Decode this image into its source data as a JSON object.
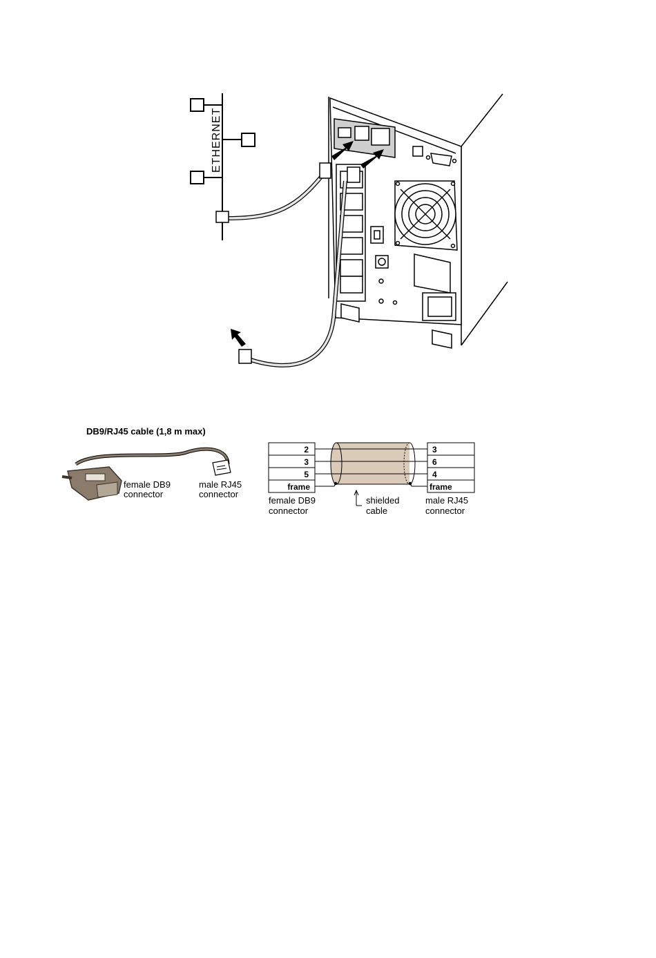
{
  "ethernet_label": "ETHERNET",
  "cable_title": "DB9/RJ45 cable (1,8 m max)",
  "photo": {
    "db9_label_line1": "female DB9",
    "db9_label_line2": "connector",
    "rj45_label_line1": "male RJ45",
    "rj45_label_line2": "connector"
  },
  "pinout": {
    "db9_pins": [
      "2",
      "3",
      "5",
      "frame"
    ],
    "rj45_pins": [
      "3",
      "6",
      "4",
      "frame"
    ],
    "db9_caption_line1": "female DB9",
    "db9_caption_line2": "connector",
    "shield_caption_line1": "shielded",
    "shield_caption_line2": "cable",
    "rj45_caption_line1": "male RJ45",
    "rj45_caption_line2": "connector"
  },
  "colors": {
    "shield_fill": "#d9cbb7",
    "cable_photo": "#8a7b6a",
    "panel_gray": "#cfcfcf"
  }
}
